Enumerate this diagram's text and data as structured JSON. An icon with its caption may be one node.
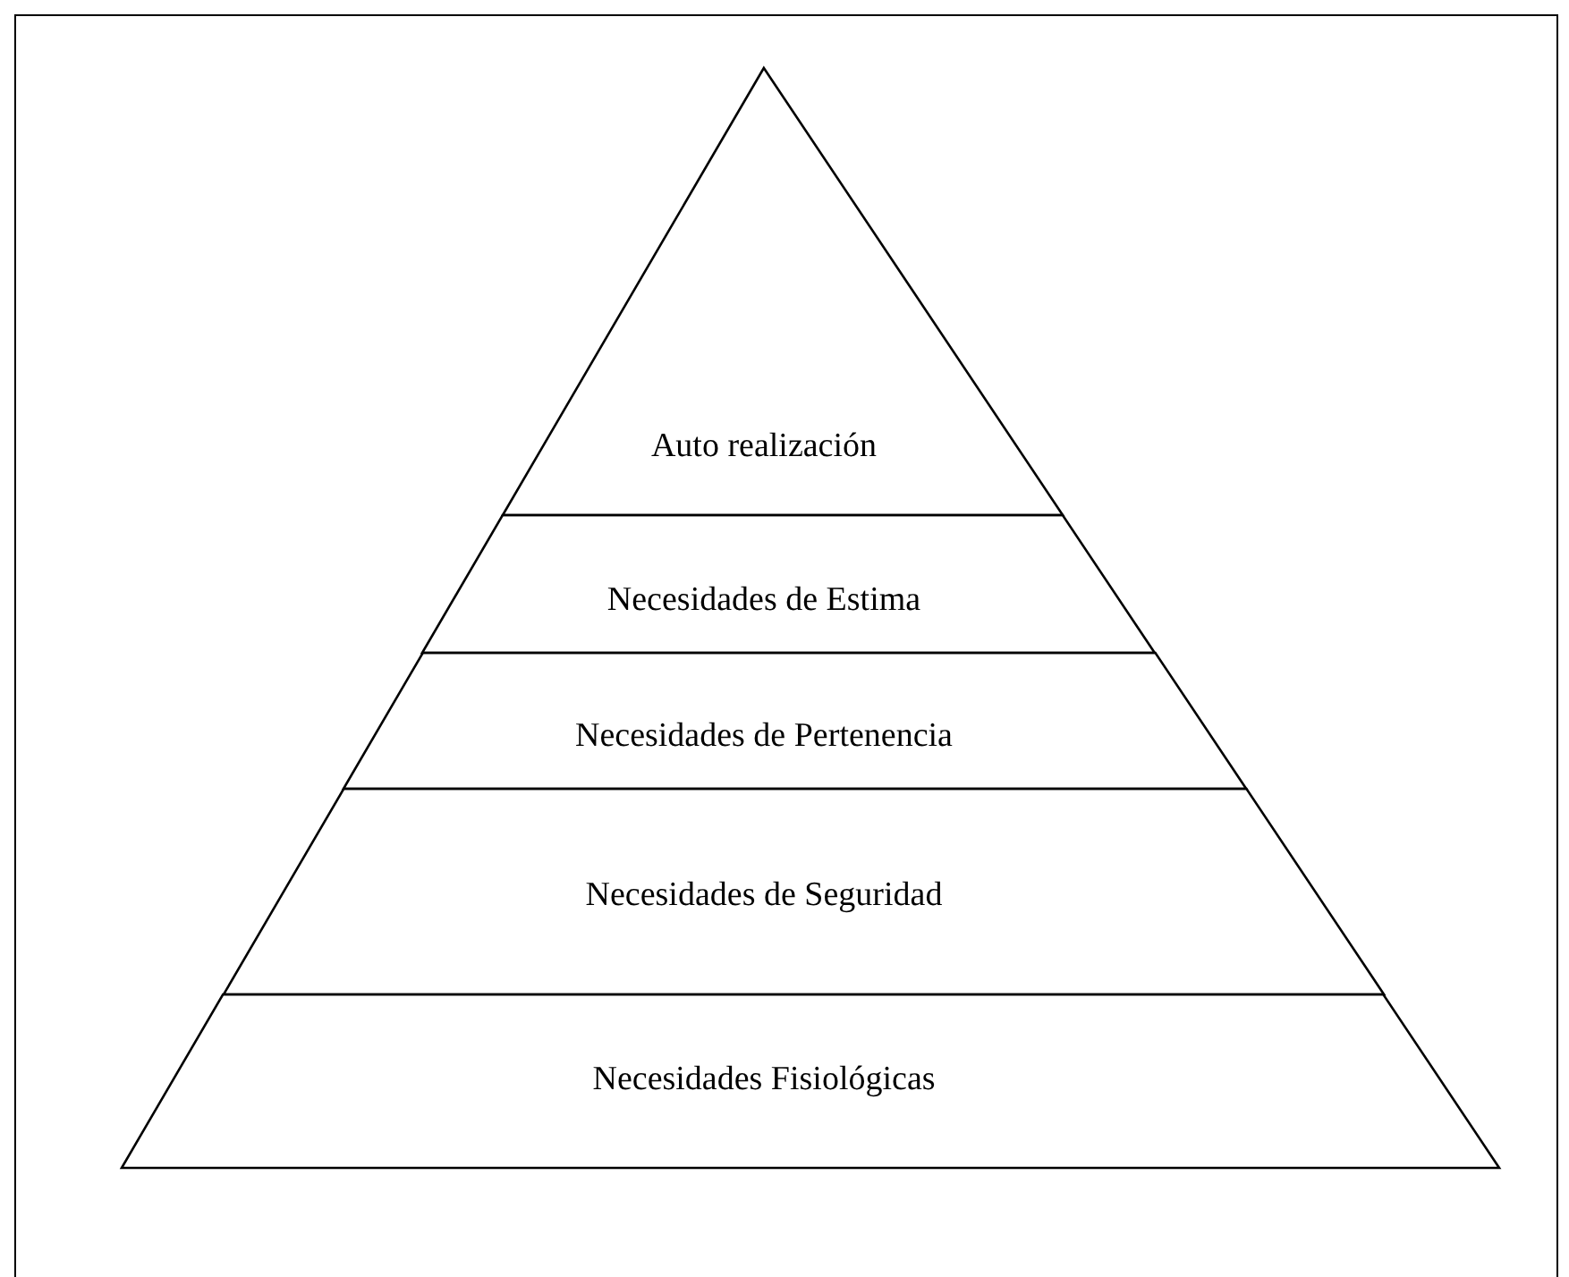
{
  "diagram": {
    "nodes": [
      {
        "text": [
          "Auto realización"
        ]
      },
      {
        "text": [
          "Necesidades de Estima"
        ]
      },
      {
        "text": [
          "Necesidades de Pertenencia"
        ]
      },
      {
        "text": [
          "Necesidades de Seguridad"
        ]
      },
      {
        "text": [
          "Necesidades Fisiológicas"
        ]
      }
    ]
  }
}
